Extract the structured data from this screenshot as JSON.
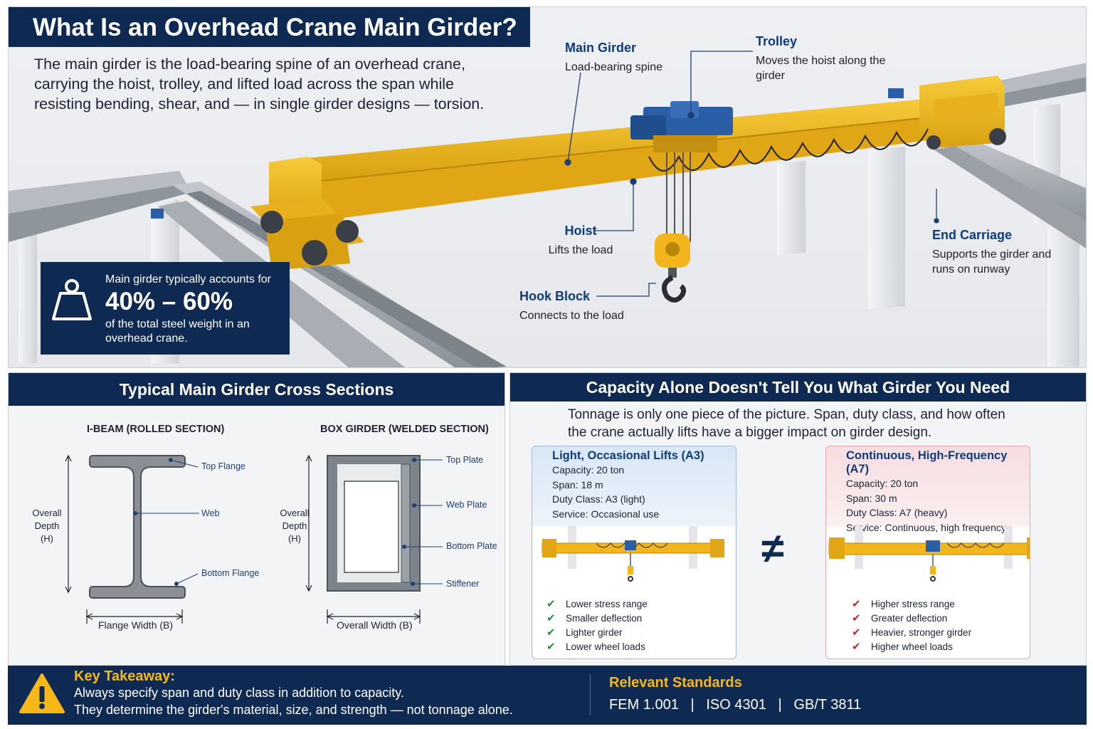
{
  "header": {
    "title": "What Is an Overhead Crane Main Girder?",
    "intro": "The main girder is the load-bearing spine of an overhead crane, carrying the hoist, trolley, and lifted load across the span while resisting bending, shear, and — in single girder designs — torsion."
  },
  "callouts": {
    "main_girder": {
      "title": "Main Girder",
      "sub": "Load-bearing spine"
    },
    "trolley": {
      "title": "Trolley",
      "sub": "Moves the hoist along the girder"
    },
    "hoist": {
      "title": "Hoist",
      "sub": "Lifts the load"
    },
    "hook_block": {
      "title": "Hook Block",
      "sub": "Connects to the load"
    },
    "end_carriage": {
      "title": "End Carriage",
      "sub": "Supports the girder and runs on runway"
    }
  },
  "stat": {
    "line1": "Main girder typically accounts for",
    "value": "40% – 60%",
    "line2": "of the total steel weight in an overhead crane.",
    "icon": "weight-icon"
  },
  "sections": {
    "title": "Typical Main Girder Cross Sections",
    "ibeam": {
      "label": "I-BEAM (ROLLED SECTION)",
      "depth_label": "Overall Depth (H)",
      "width_label": "Flange Width (B)",
      "parts": [
        "Top Flange",
        "Web",
        "Bottom Flange"
      ]
    },
    "box": {
      "label": "BOX GIRDER (WELDED SECTION)",
      "depth_label": "Overall Depth (H)",
      "width_label": "Overall Width (B)",
      "parts": [
        "Top Plate",
        "Web Plate",
        "Bottom Plate",
        "Stiffener"
      ]
    }
  },
  "capacity": {
    "title": "Capacity Alone Doesn't Tell You What Girder You Need",
    "intro": "Tonnage is only one piece of the picture. Span, duty class, and how often the crane actually lifts have a bigger impact on girder design.",
    "neq_symbol": "≠",
    "light": {
      "title": "Light, Occasional Lifts (A3)",
      "lines": [
        "Capacity: 20 ton",
        "Span:  18 m",
        "Duty Class: A3 (light)",
        "Service:  Occasional use"
      ],
      "checks": [
        "Lower stress range",
        "Smaller deflection",
        "Lighter girder",
        "Lower wheel loads"
      ],
      "mark": "✔",
      "accent": "#2e8a3e"
    },
    "heavy": {
      "title": "Continuous, High-Frequency (A7)",
      "lines": [
        "Capacity: 20 ton",
        "Span:  30 m",
        "Duty Class: A7 (heavy)",
        "Service:  Continuous, high frequency"
      ],
      "checks": [
        "Higher stress range",
        "Greater deflection",
        "Heavier, stronger girder",
        "Higher wheel loads"
      ],
      "mark": "✔",
      "accent": "#c9252f"
    }
  },
  "footer": {
    "takeaway_title": "Key Takeaway:",
    "takeaway_line1": "Always specify span and duty class in addition to capacity.",
    "takeaway_line2": "They determine the girder's material, size, and strength — not tonnage alone.",
    "standards_title": "Relevant Standards",
    "standards": "FEM 1.001   |   ISO 4301   |   GB/T 3811",
    "icon": "warning-icon"
  },
  "colors": {
    "navy": "#0f2a52",
    "crane_yellow": "#f2b61c",
    "hoist_blue": "#2a5fa8",
    "takeaway_gold": "#f5b818"
  }
}
